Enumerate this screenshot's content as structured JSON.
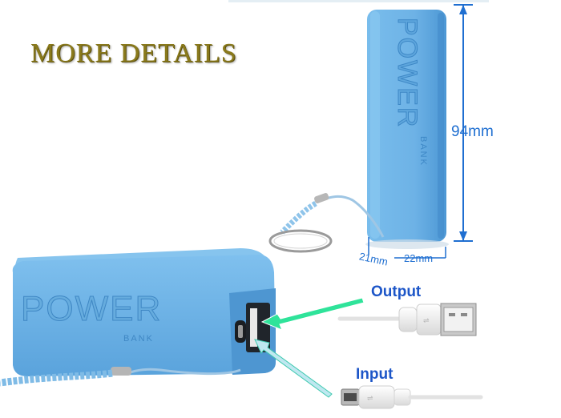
{
  "heading": "MORE DETAILS",
  "dimensions": {
    "height": "94mm",
    "depth": "21mm",
    "width": "22mm"
  },
  "ports": {
    "output_label": "Output",
    "input_label": "Input"
  },
  "product": {
    "brand_text": "POWER",
    "sub_text": "BANK"
  },
  "colors": {
    "body_blue": "#6db2e6",
    "body_blue_dark": "#4c97d4",
    "dimension_blue": "#1f6fd1",
    "label_blue": "#1d56c8",
    "arrow_green": "#2fe39a",
    "title_gold": "#8a7a1c"
  }
}
